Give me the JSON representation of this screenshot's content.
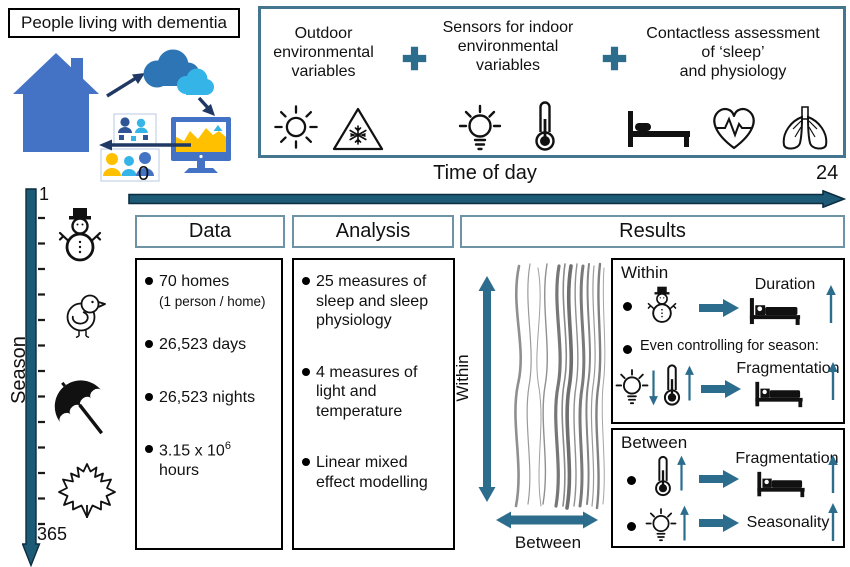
{
  "colors": {
    "axis_teal": "#1d5a75",
    "axis_outline": "#0c2d40",
    "accent_blue": "#2c6d8e",
    "pipeline_border": "#44768f",
    "header_border": "#6d93a5",
    "house_blue": "#4472c4",
    "cloud_blue": "#2e75b6",
    "sky_blue": "#35b4e8",
    "chart_yellow": "#ffc000",
    "squiggle_gray": "#8c8c8c",
    "icon_black": "#111111"
  },
  "title_box": {
    "label": "People living with dementia"
  },
  "pipeline": {
    "plus": "+",
    "groups": [
      {
        "lines": [
          "Outdoor",
          "environmental",
          "variables"
        ],
        "icons": [
          "sun-icon",
          "freeze-warning-icon"
        ]
      },
      {
        "lines": [
          "Sensors for indoor",
          "environmental",
          "variables"
        ],
        "icons": [
          "lightbulb-icon",
          "thermometer-icon"
        ]
      },
      {
        "lines": [
          "Contactless assessment",
          "of ‘sleep’",
          "and physiology"
        ],
        "icons": [
          "bed-icon",
          "heart-rate-icon",
          "lungs-icon"
        ]
      }
    ]
  },
  "time_axis": {
    "label": "Time of day",
    "start": "0",
    "end": "24"
  },
  "season_axis": {
    "label": "Season",
    "start": "1",
    "end": "365",
    "icons": [
      "snowman-icon",
      "chick-icon",
      "beach-umbrella-icon",
      "maple-leaf-icon"
    ]
  },
  "data_panel": {
    "header": "Data",
    "bullets": [
      {
        "line1": "70 homes",
        "line2": "(1 person / home)"
      },
      {
        "line1": "26,523 days"
      },
      {
        "line1": "26,523 nights"
      },
      {
        "line1": "3.15 x 10",
        "sup": "6",
        "line2": "hours"
      }
    ]
  },
  "analysis_panel": {
    "header": "Analysis",
    "bullets": [
      {
        "text": "25 measures of sleep and sleep physiology"
      },
      {
        "text": "4 measures of light and temperature"
      },
      {
        "text": "Linear mixed effect modelling"
      }
    ]
  },
  "results_panel": {
    "header": "Results",
    "within_axis_label": "Within",
    "between_axis_label": "Between",
    "within_box": {
      "title": "Within",
      "finding1": {
        "cause_icon": "snowman-icon",
        "outcome": "Duration",
        "outcome_icon": "sleep-bed-icon",
        "direction": "up"
      },
      "note": "Even controlling for season:",
      "finding2": {
        "cause_icons": [
          "lightbulb-icon down",
          "thermometer-icon up"
        ],
        "outcome": "Fragmentation",
        "outcome_icon": "sleep-bed-icon",
        "direction": "up"
      }
    },
    "between_box": {
      "title": "Between",
      "finding1": {
        "cause_icons": [
          "thermometer-icon up"
        ],
        "outcome": "Fragmentation",
        "outcome_icon": "sleep-bed-icon",
        "direction": "up"
      },
      "finding2": {
        "cause_icons": [
          "lightbulb-icon up"
        ],
        "outcome": "Seasonality",
        "direction": "up"
      }
    }
  }
}
